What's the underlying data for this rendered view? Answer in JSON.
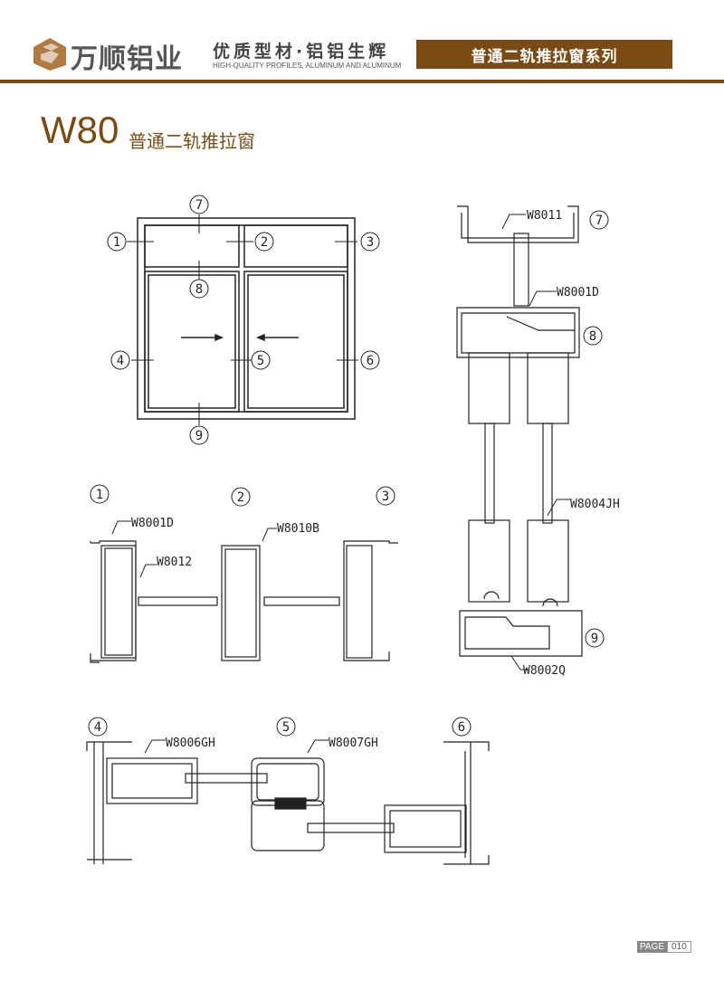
{
  "header": {
    "brand": "万顺铝业",
    "slogan": "优质型材·铝铝生辉",
    "slogan_en": "HIGH-QUALITY PROFILES, ALUMINUM AND ALUMINUM",
    "series": "普通二轨推拉窗系列"
  },
  "title": {
    "model": "W80",
    "name": "普通二轨推拉窗"
  },
  "elevation": {
    "markers": [
      "1",
      "2",
      "3",
      "4",
      "5",
      "6",
      "7",
      "8",
      "9"
    ]
  },
  "sections": {
    "top": {
      "markers": [
        "1",
        "2",
        "3"
      ],
      "labels": [
        "W8001D",
        "W8012",
        "W8010B"
      ]
    },
    "bottom": {
      "markers": [
        "4",
        "5",
        "6"
      ],
      "labels": [
        "W8006GH",
        "W8007GH"
      ]
    },
    "vertical": {
      "markers": [
        "7",
        "8",
        "9"
      ],
      "labels": [
        "W8011",
        "W8001D",
        "W8004JH",
        "W8002Q"
      ]
    }
  },
  "footer": {
    "page_label": "PAGE",
    "page_number": "010"
  },
  "colors": {
    "brand": "#7b4b15"
  }
}
